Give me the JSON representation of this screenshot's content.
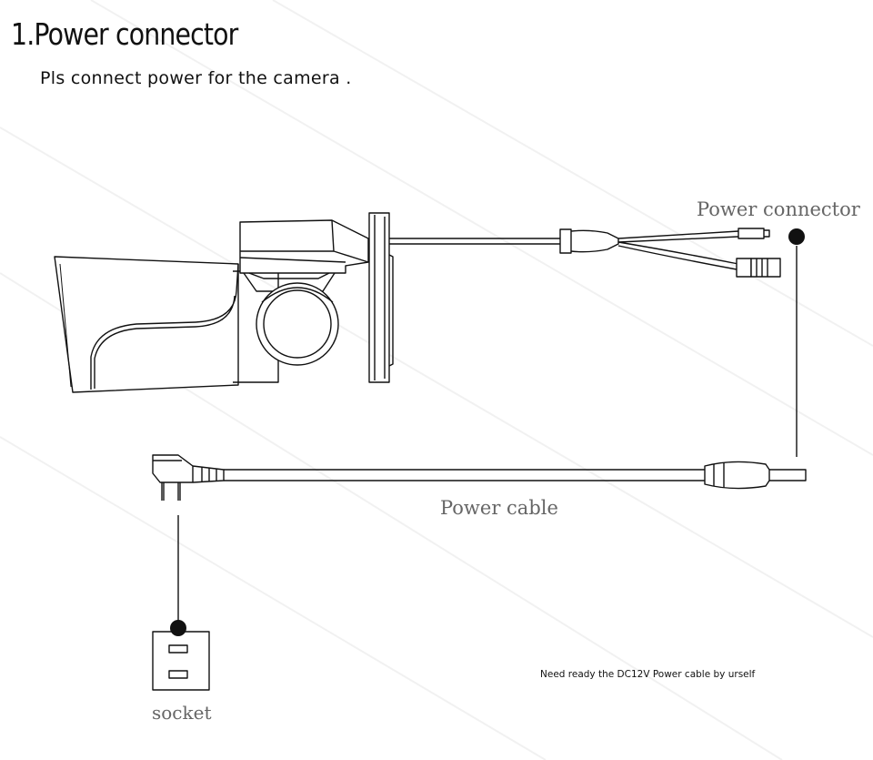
{
  "header": {
    "title": "1.Power connector",
    "subtitle": "Pls connect power for the camera ."
  },
  "labels": {
    "power_connector": "Power connector",
    "power_cable": "Power cable",
    "socket": "socket"
  },
  "note": "Need ready the DC12V Power cable by urself",
  "colors": {
    "line": "#111111",
    "label": "#666666",
    "marker": "#111111"
  }
}
